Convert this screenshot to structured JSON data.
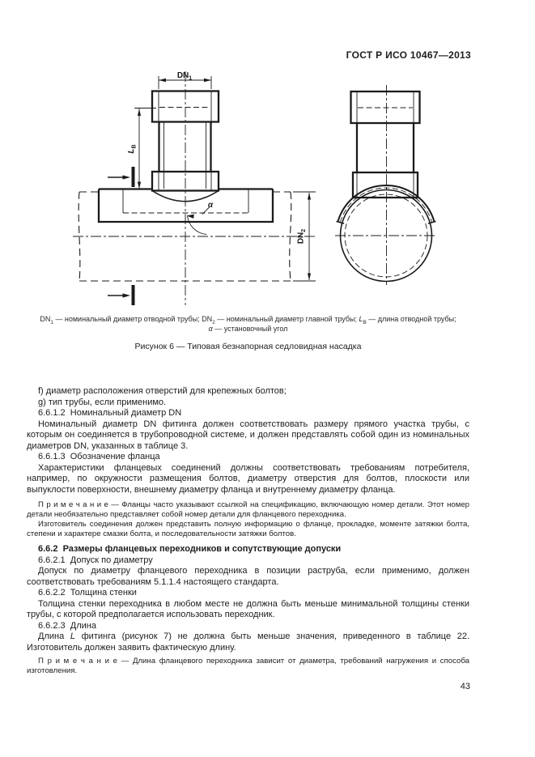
{
  "header": {
    "title": "ГОСТ Р ИСО 10467—2013"
  },
  "drawing": {
    "labels": {
      "dn1": {
        "main": "DN",
        "sub": "1"
      },
      "dn2": {
        "main": "DN",
        "sub": "2"
      },
      "lb": {
        "main": "L",
        "sub": "B"
      },
      "alpha": "α"
    }
  },
  "figure": {
    "legend_line1": [
      {
        "t": "DN"
      },
      {
        "t": "1",
        "sub": true
      },
      {
        "t": " — номинальный диаметр отводной трубы; DN"
      },
      {
        "t": "2",
        "sub": true
      },
      {
        "t": " — номинальный диаметр главной трубы; "
      },
      {
        "t": "L",
        "i": true
      },
      {
        "t": "B",
        "sub": true
      },
      {
        "t": " — длина отводной трубы;"
      }
    ],
    "legend_line2": [
      {
        "t": "α",
        "i": true
      },
      {
        "t": " — установочный угол"
      }
    ],
    "caption": "Рисунок 6 — Типовая безнапорная седловидная насадка"
  },
  "body": {
    "item_f": "f) диаметр расположения отверстий для крепежных болтов;",
    "item_g": "g) тип трубы, если применимо.",
    "h6612": "6.6.1.2  Номинальный диаметр DN",
    "p_dn": "Номинальный диаметр DN фитинга должен соответствовать размеру прямого участка трубы, с которым он соединяется в трубопроводной системе, и должен представлять собой один из номинальных диаметров DN, указанных в таблице 3.",
    "h6613": "6.6.1.3  Обозначение фланца",
    "p_flange": "Характеристики фланцевых соединений должны соответствовать требованиям потребителя, например, по окружности размещения болтов, диаметру отверстия для болтов, плоскости или выпуклости поверхности, внешнему диаметру фланца и внутреннему диаметру фланца.",
    "note1a": "П р и м е ч а н и е — Фланцы часто указывают ссылкой на спецификацию, включающую номер детали. Этот номер детали необязательно представляет собой номер детали для фланцевого переходника.",
    "note1b": "Изготовитель соединения должен представить полную информацию о фланце, прокладке, моменте затяжки болта, степени и характере смазки болта, и последовательности затяжки болтов.",
    "h662": "6.6.2  Размеры фланцевых переходников и сопутствующие допуски",
    "h6621": "6.6.2.1  Допуск по диаметру",
    "p_tol": "Допуск по диаметру фланцевого переходника в позиции раструба, если применимо, должен соответствовать требованиям 5.1.1.4 настоящего стандарта.",
    "h6622": "6.6.2.2  Толщина стенки",
    "p_wall": "Толщина стенки переходника в любом месте не должна быть меньше минимальной толщины стенки трубы, с которой предполагается использовать переходник.",
    "h6623": "6.6.2.3  Длина",
    "p_len": [
      {
        "t": "Длина "
      },
      {
        "t": "L",
        "i": true
      },
      {
        "t": " фитинга (рисунок 7) не должна быть меньше значения, приведенного в таблице 22. Изготовитель должен заявить фактическую длину."
      }
    ],
    "note2": "П р и м е ч а н и е — Длина фланцевого переходника зависит от диаметра, требований нагружения и способа изготовления."
  },
  "footer": {
    "page_number": "43"
  }
}
